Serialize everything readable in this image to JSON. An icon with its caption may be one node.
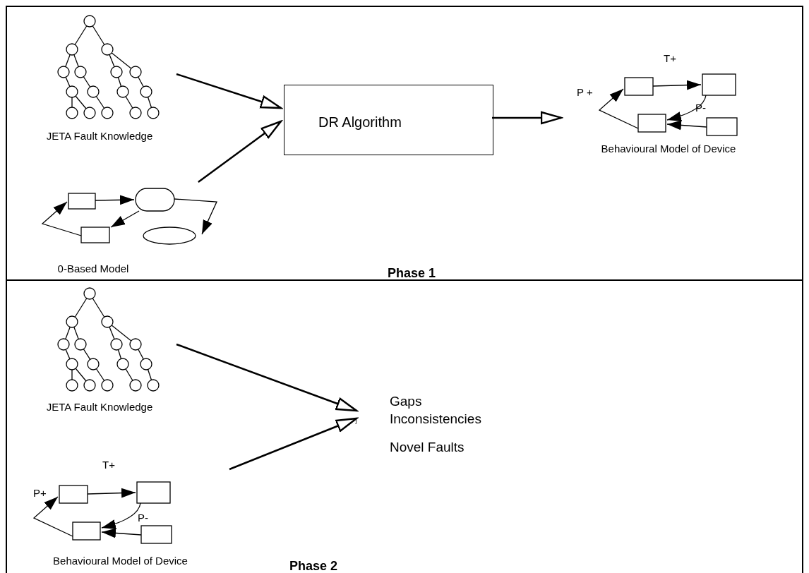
{
  "diagram": {
    "nodes": [
      {
        "text": [
          "Phase 1"
        ]
      },
      {
        "text": [
          "JETA Fault Knowledge"
        ],
        "in": 0
      },
      {
        "text": [
          "0-Based Model"
        ],
        "in": 0
      },
      {
        "text": [
          "DR Algorithm"
        ],
        "in": 0
      },
      {
        "text": [
          "Behavioural Model of Device"
        ],
        "in": 0
      },
      {
        "text": [
          "Phase 2"
        ]
      },
      {
        "text": [
          "JETA Fault Knowledge"
        ],
        "in": 5
      },
      {
        "text": [
          "Behavioural Model of Device"
        ],
        "in": 5
      },
      {
        "text": [
          "Gaps",
          "Inconsistencies",
          "Novel Faults"
        ],
        "in": 5
      }
    ],
    "edges": [
      {
        "from": 1,
        "to": 3,
        "arrow": "to"
      },
      {
        "from": 2,
        "to": 3,
        "arrow": "to"
      },
      {
        "from": 3,
        "to": 4,
        "arrow": "to"
      },
      {
        "from": 6,
        "to": 8,
        "arrow": "to"
      },
      {
        "from": 7,
        "to": 8,
        "arrow": "to"
      }
    ],
    "labels": [
      "T+",
      "P +",
      "P-",
      "T+",
      "P+",
      "P-",
      "}"
    ]
  }
}
